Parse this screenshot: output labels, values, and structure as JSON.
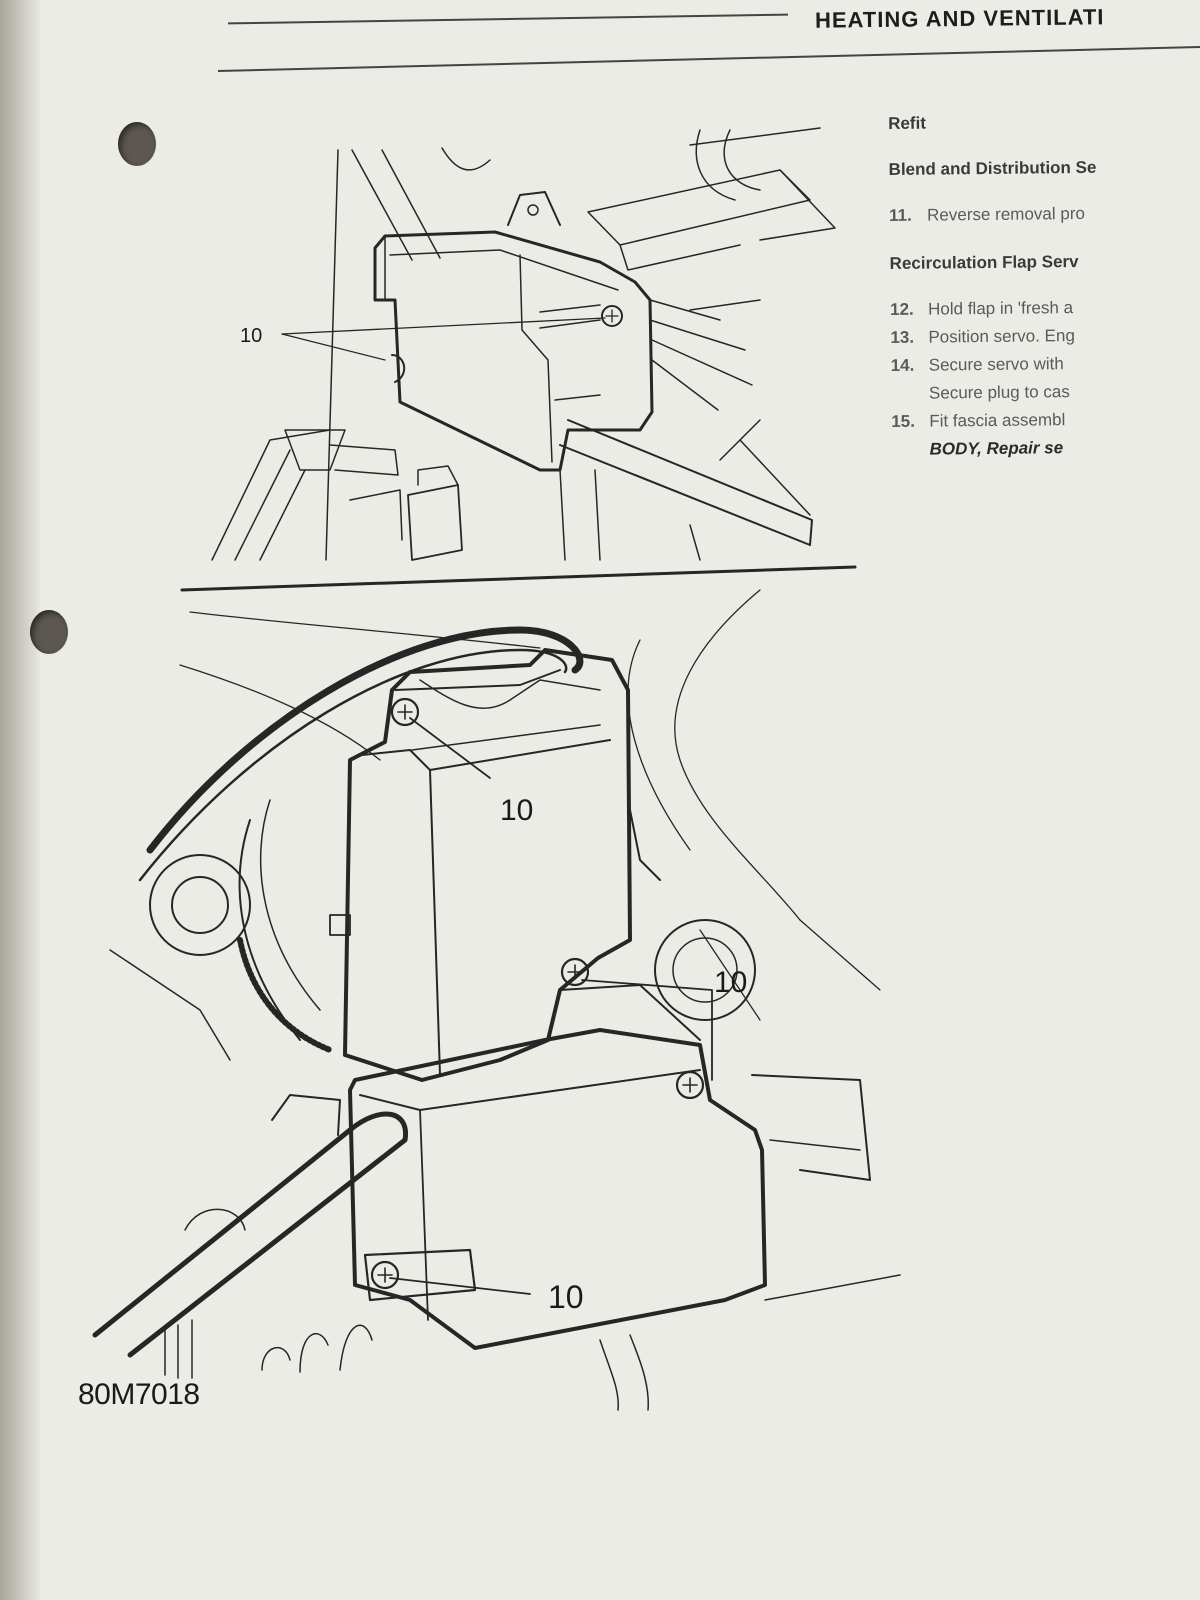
{
  "header": {
    "title": "HEATING AND VENTILATI"
  },
  "instructions": {
    "refit_heading": "Refit",
    "section1_title": "Blend and Distribution Se",
    "step11_num": "11.",
    "step11_text": "Reverse removal pro",
    "section2_title": "Recirculation Flap Serv",
    "step12_num": "12.",
    "step12_text": "Hold flap in 'fresh a",
    "step13_num": "13.",
    "step13_text": "Position servo. Eng",
    "step14_num": "14.",
    "step14_text": "Secure servo with",
    "step14_cont": "Secure plug to cas",
    "step15_num": "15.",
    "step15_text": "Fit fascia assembl",
    "step15_cont": "BODY, Repair se"
  },
  "figure": {
    "callout_top": "10",
    "callout_screw_upper": "10",
    "callout_screw_right": "10",
    "callout_screw_lower": "10",
    "figure_code": "80M7018"
  }
}
